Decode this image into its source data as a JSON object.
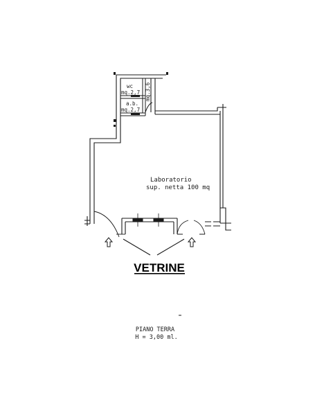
{
  "rooms": {
    "wc": {
      "name": "wc",
      "area": "mq.2,7"
    },
    "antibagno": {
      "name": "a.b.",
      "area": "mq.2,7"
    },
    "ripostiglio": {
      "area": "mq.3,6"
    },
    "laboratorio": {
      "name": "Laboratorio",
      "area": "sup. netta 100 mq"
    }
  },
  "labels": {
    "vetrine": "VETRINE",
    "floor": "PIANO TERRA",
    "height": "H = 3,00 ml."
  }
}
